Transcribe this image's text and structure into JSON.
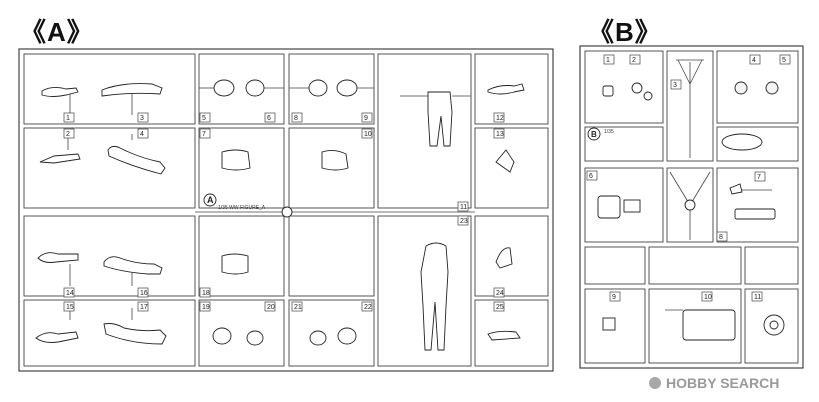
{
  "titles": {
    "a": "《A》",
    "b": "《B》"
  },
  "sprue_a": {
    "part_numbers": [
      "1",
      "2",
      "3",
      "4",
      "5",
      "6",
      "7",
      "8",
      "9",
      "10",
      "11",
      "12",
      "13",
      "14",
      "15",
      "16",
      "17",
      "18",
      "19",
      "20",
      "21",
      "22",
      "23",
      "24",
      "25"
    ],
    "label_letter": "A",
    "label_text": "1/35 WW-FIGURE_A"
  },
  "sprue_b": {
    "part_numbers": [
      "1",
      "2",
      "3",
      "4",
      "5",
      "6",
      "7",
      "8",
      "9",
      "10",
      "11"
    ],
    "label_letter": "B",
    "label_text": "1/35"
  },
  "watermark": {
    "text": "HOBBY SEARCH"
  }
}
